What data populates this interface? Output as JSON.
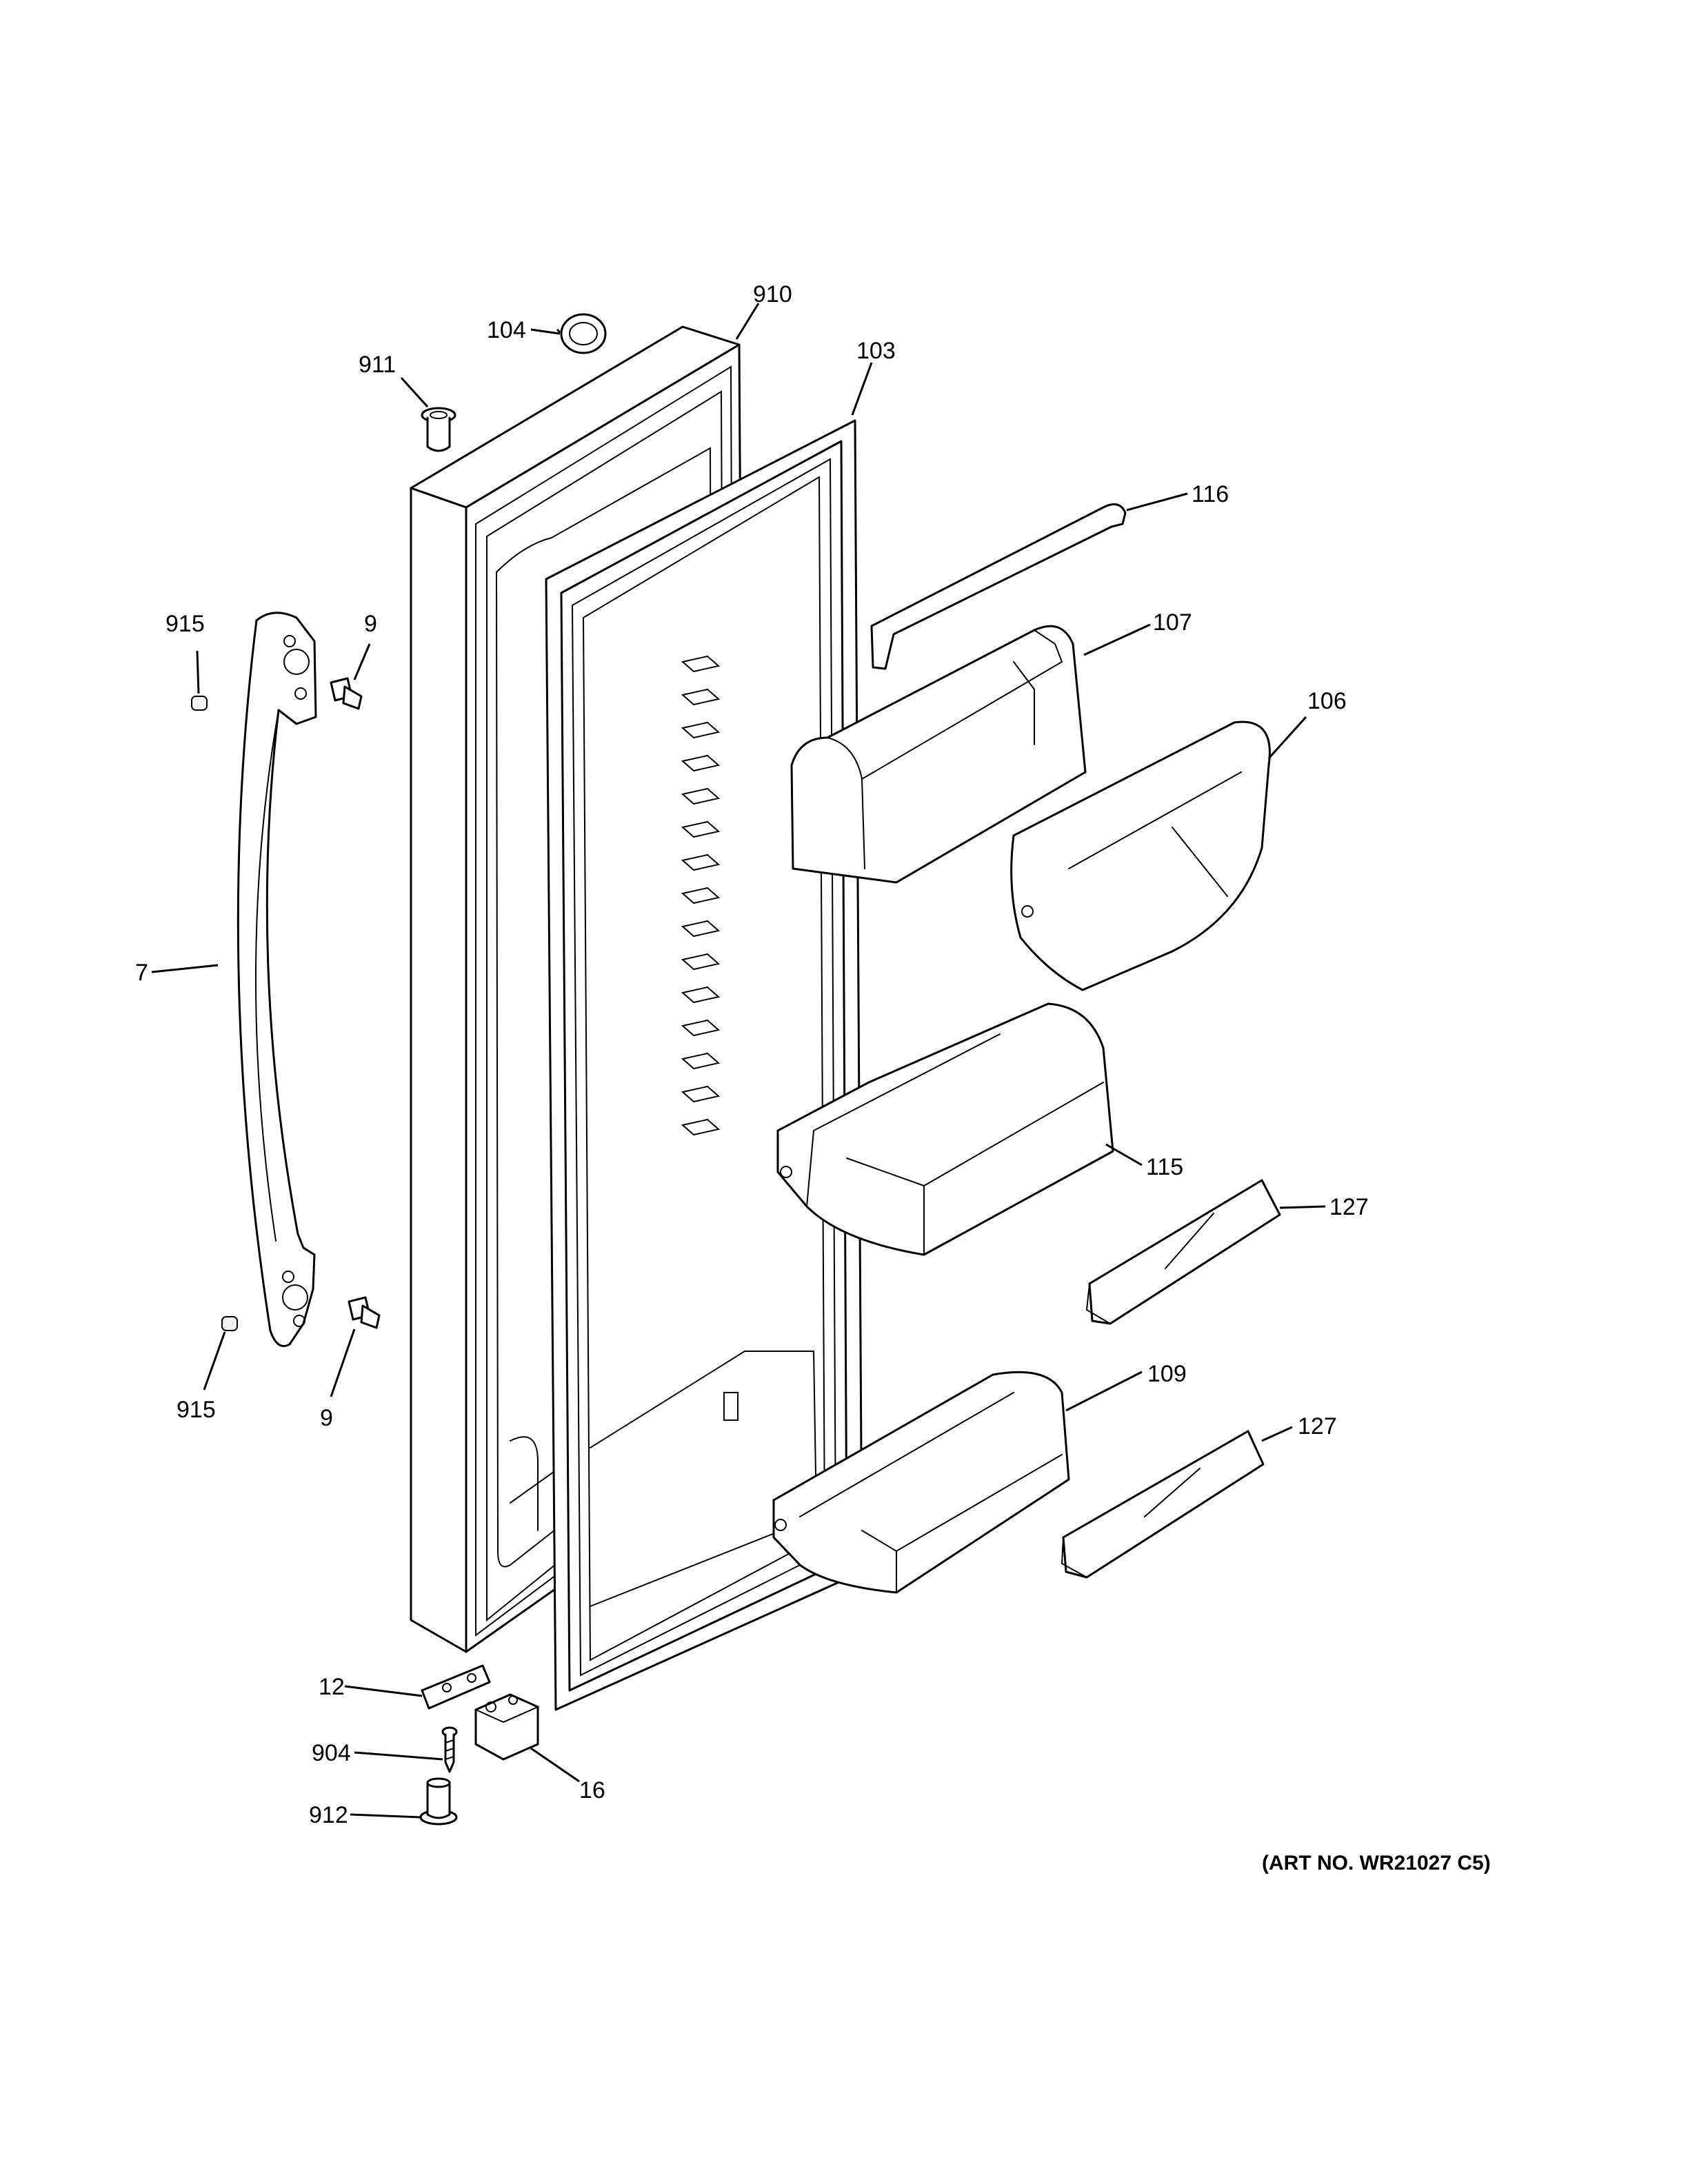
{
  "callouts": {
    "p910": "910",
    "p104": "104",
    "p911": "911",
    "p103": "103",
    "p116": "116",
    "p915a": "915",
    "p9a": "9",
    "p107": "107",
    "p106": "106",
    "p7": "7",
    "p115": "115",
    "p127a": "127",
    "p915b": "915",
    "p9b": "9",
    "p109": "109",
    "p127b": "127",
    "p12": "12",
    "p904": "904",
    "p16": "16",
    "p912": "912"
  },
  "art_number": "(ART NO. WR21027 C5)"
}
